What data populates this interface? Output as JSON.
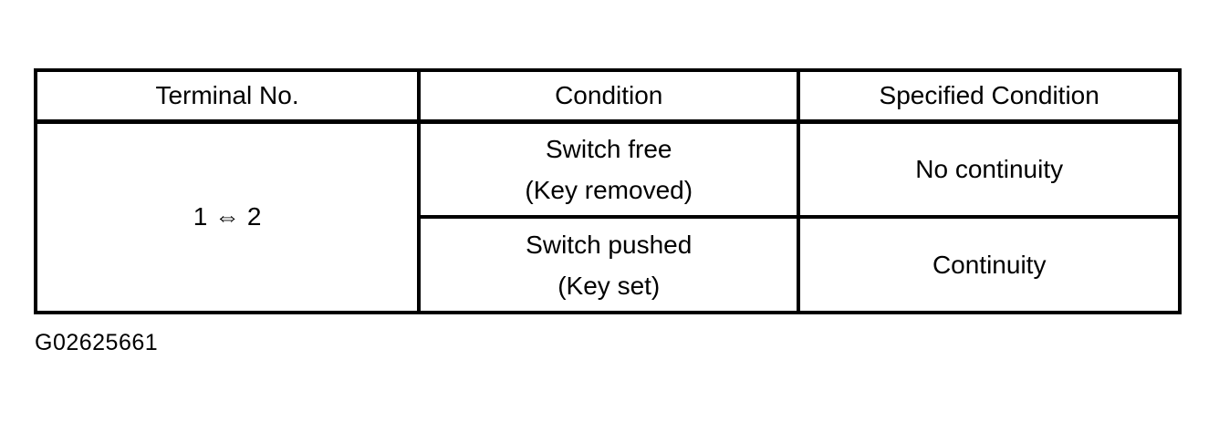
{
  "table": {
    "headers": [
      "Terminal No.",
      "Condition",
      "Specified Condition"
    ],
    "terminal_no": "1 ⇔ 2",
    "rows": [
      {
        "condition_line1": "Switch free",
        "condition_line2": "(Key removed)",
        "specified_condition": "No continuity"
      },
      {
        "condition_line1": "Switch pushed",
        "condition_line2": "(Key set)",
        "specified_condition": "Continuity"
      }
    ]
  },
  "figure_id": "G02625661",
  "colors": {
    "background": "#ffffff",
    "border": "#000000",
    "text": "#000000"
  }
}
